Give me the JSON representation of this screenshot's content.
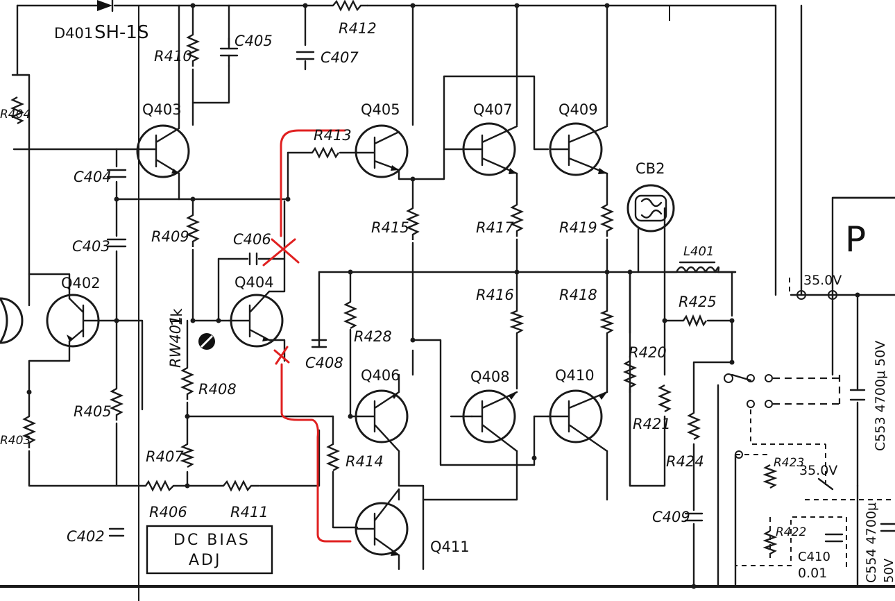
{
  "labels": {
    "d401": "D401",
    "sh1s": "SH-1S",
    "r412": "R412",
    "r410": "R410",
    "c405": "C405",
    "c407": "C407",
    "q403": "Q403",
    "q405": "Q405",
    "q407": "Q407",
    "q409": "Q409",
    "r413": "R413",
    "c404": "C404",
    "cb2": "CB2",
    "r409": "R409",
    "c403": "C403",
    "c406": "C406",
    "r415": "R415",
    "r417": "R417",
    "r419": "R419",
    "q402": "Q402",
    "q404": "Q404",
    "l401": "L401",
    "r416": "R416",
    "r418": "R418",
    "r425": "R425",
    "v350_top": "35.0V",
    "rw401": "RW401",
    "rw401_val": "1k",
    "r428": "R428",
    "c408": "C408",
    "q406": "Q406",
    "q408": "Q408",
    "q410": "Q410",
    "r420": "R420",
    "c553": "C553 4700μ 50V",
    "r408": "R408",
    "r405": "R405",
    "r421": "R421",
    "r424": "R424",
    "r423": "R423",
    "v350_mid": "35.0V",
    "r407": "R407",
    "r414": "R414",
    "r406": "R406",
    "r411": "R411",
    "c409": "C409",
    "r422": "R422",
    "c554": "C554 4700μ",
    "c554_v": "50V",
    "c402": "C402",
    "q411": "Q411",
    "c410": "C410",
    "c410_val": "0.01",
    "left_r": "R404",
    "left_r2": "R403",
    "p_label": "P",
    "dc_bias_1": "DC BIAS",
    "dc_bias_2": "ADJ"
  }
}
